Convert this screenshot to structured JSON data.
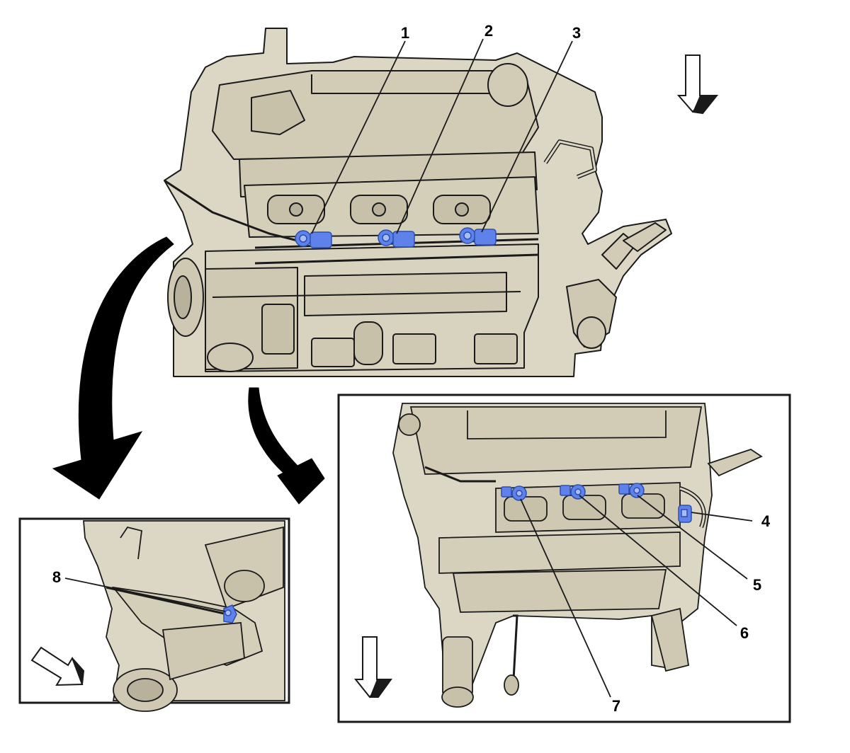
{
  "diagram": {
    "colors": {
      "engine_fill": "#dcd7c4",
      "engine_shade": "#c7c1aa",
      "line": "#1a1a1a",
      "highlight": "#5f82ea",
      "highlight_light": "#a9bcf5",
      "background": "#ffffff"
    },
    "callouts": [
      {
        "id": "1",
        "label": "1"
      },
      {
        "id": "2",
        "label": "2"
      },
      {
        "id": "3",
        "label": "3"
      },
      {
        "id": "4",
        "label": "4"
      },
      {
        "id": "5",
        "label": "5"
      },
      {
        "id": "6",
        "label": "6"
      },
      {
        "id": "7",
        "label": "7"
      },
      {
        "id": "8",
        "label": "8"
      }
    ],
    "views": [
      {
        "name": "main-engine-view"
      },
      {
        "name": "detail-view-left"
      },
      {
        "name": "detail-view-right"
      }
    ],
    "arrows": [
      {
        "name": "view-direction-arrow-top",
        "direction": "down",
        "style": "outline"
      },
      {
        "name": "view-direction-arrow-left-inset",
        "direction": "down-right",
        "style": "outline"
      },
      {
        "name": "view-direction-arrow-right-inset",
        "direction": "down",
        "style": "outline"
      },
      {
        "name": "curved-arrow-to-left-inset",
        "style": "solid-black"
      },
      {
        "name": "curved-arrow-to-right-inset",
        "style": "solid-black"
      }
    ]
  }
}
